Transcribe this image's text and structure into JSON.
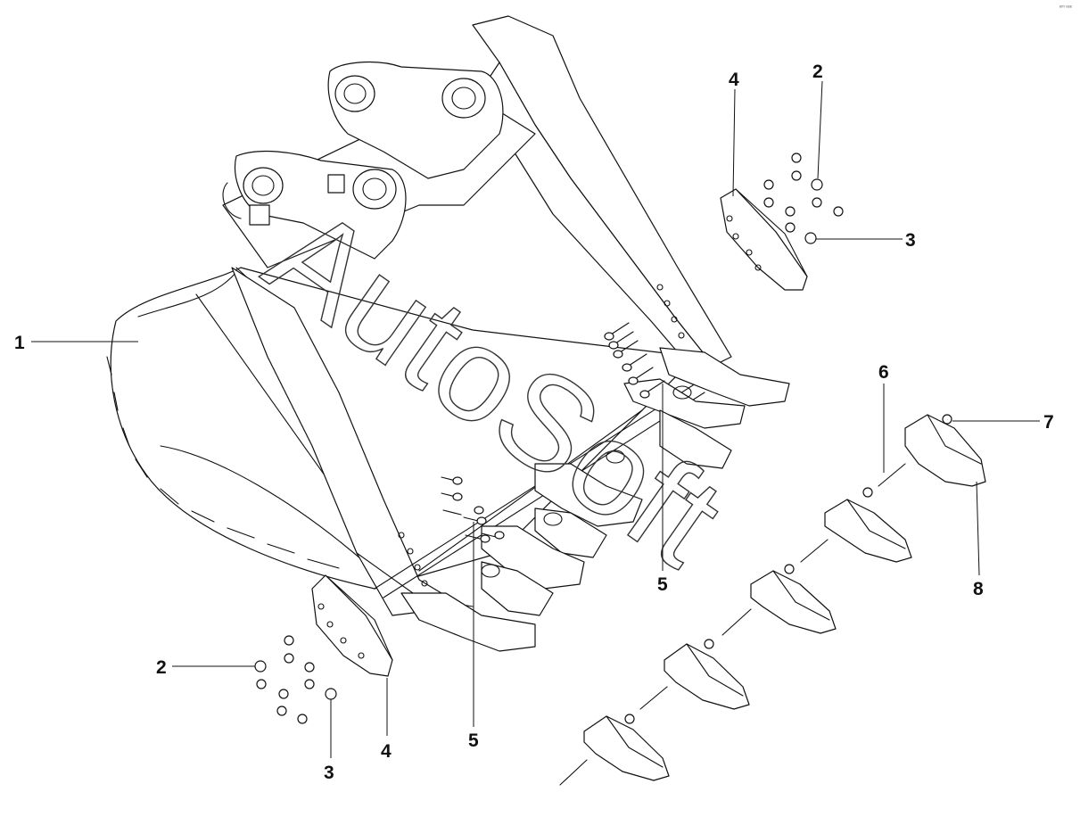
{
  "diagram": {
    "watermark": "AutoSoft",
    "corner_mark": "ᵉᵐ ᵉᵉᵉ",
    "callouts": [
      {
        "id": "c1",
        "label": "1"
      },
      {
        "id": "c2a",
        "label": "2"
      },
      {
        "id": "c2b",
        "label": "2"
      },
      {
        "id": "c3a",
        "label": "3"
      },
      {
        "id": "c3b",
        "label": "3"
      },
      {
        "id": "c4a",
        "label": "4"
      },
      {
        "id": "c4b",
        "label": "4"
      },
      {
        "id": "c5a",
        "label": "5"
      },
      {
        "id": "c5b",
        "label": "5"
      },
      {
        "id": "c6",
        "label": "6"
      },
      {
        "id": "c7",
        "label": "7"
      },
      {
        "id": "c8",
        "label": "8"
      }
    ]
  }
}
